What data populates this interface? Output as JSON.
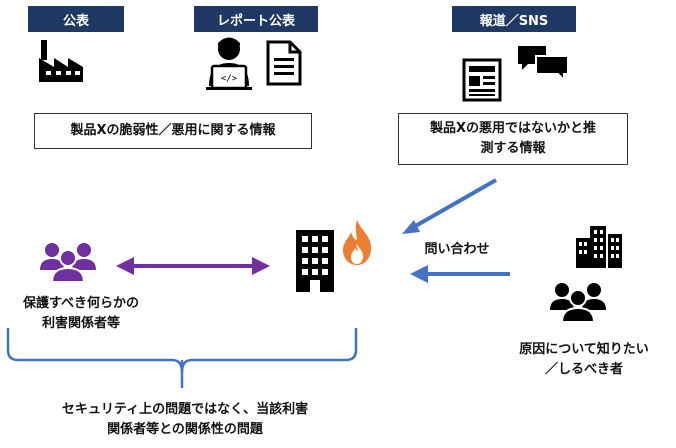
{
  "tags": {
    "public": "公表",
    "report": "レポート公表",
    "news": "報道／SNS"
  },
  "boxes": {
    "vulnerability_info": "製品Xの脆弱性／悪用に関する情報",
    "speculation_info": "製品Xの悪用ではないかと推\n測する情報"
  },
  "labels": {
    "inquiry": "問い合わせ",
    "stakeholders": "保護すべき何らかの\n利害関係者等",
    "curious": "原因について知りたい\n／しるべき者",
    "conclusion": "セキュリティ上の問題ではなく、当該利害\n関係者等との関係性の問題"
  },
  "colors": {
    "tag_bg": "#1f3864",
    "purple": "#7030a0",
    "blue": "#4472c4",
    "fire": "#ed7d31",
    "bracket": "#4472c4"
  },
  "icons": [
    "factory-icon",
    "developer-icon",
    "document-icon",
    "newspaper-icon",
    "chat-bubbles-icon",
    "people-group-icon",
    "company-building-icon",
    "fire-icon",
    "city-buildings-icon"
  ]
}
